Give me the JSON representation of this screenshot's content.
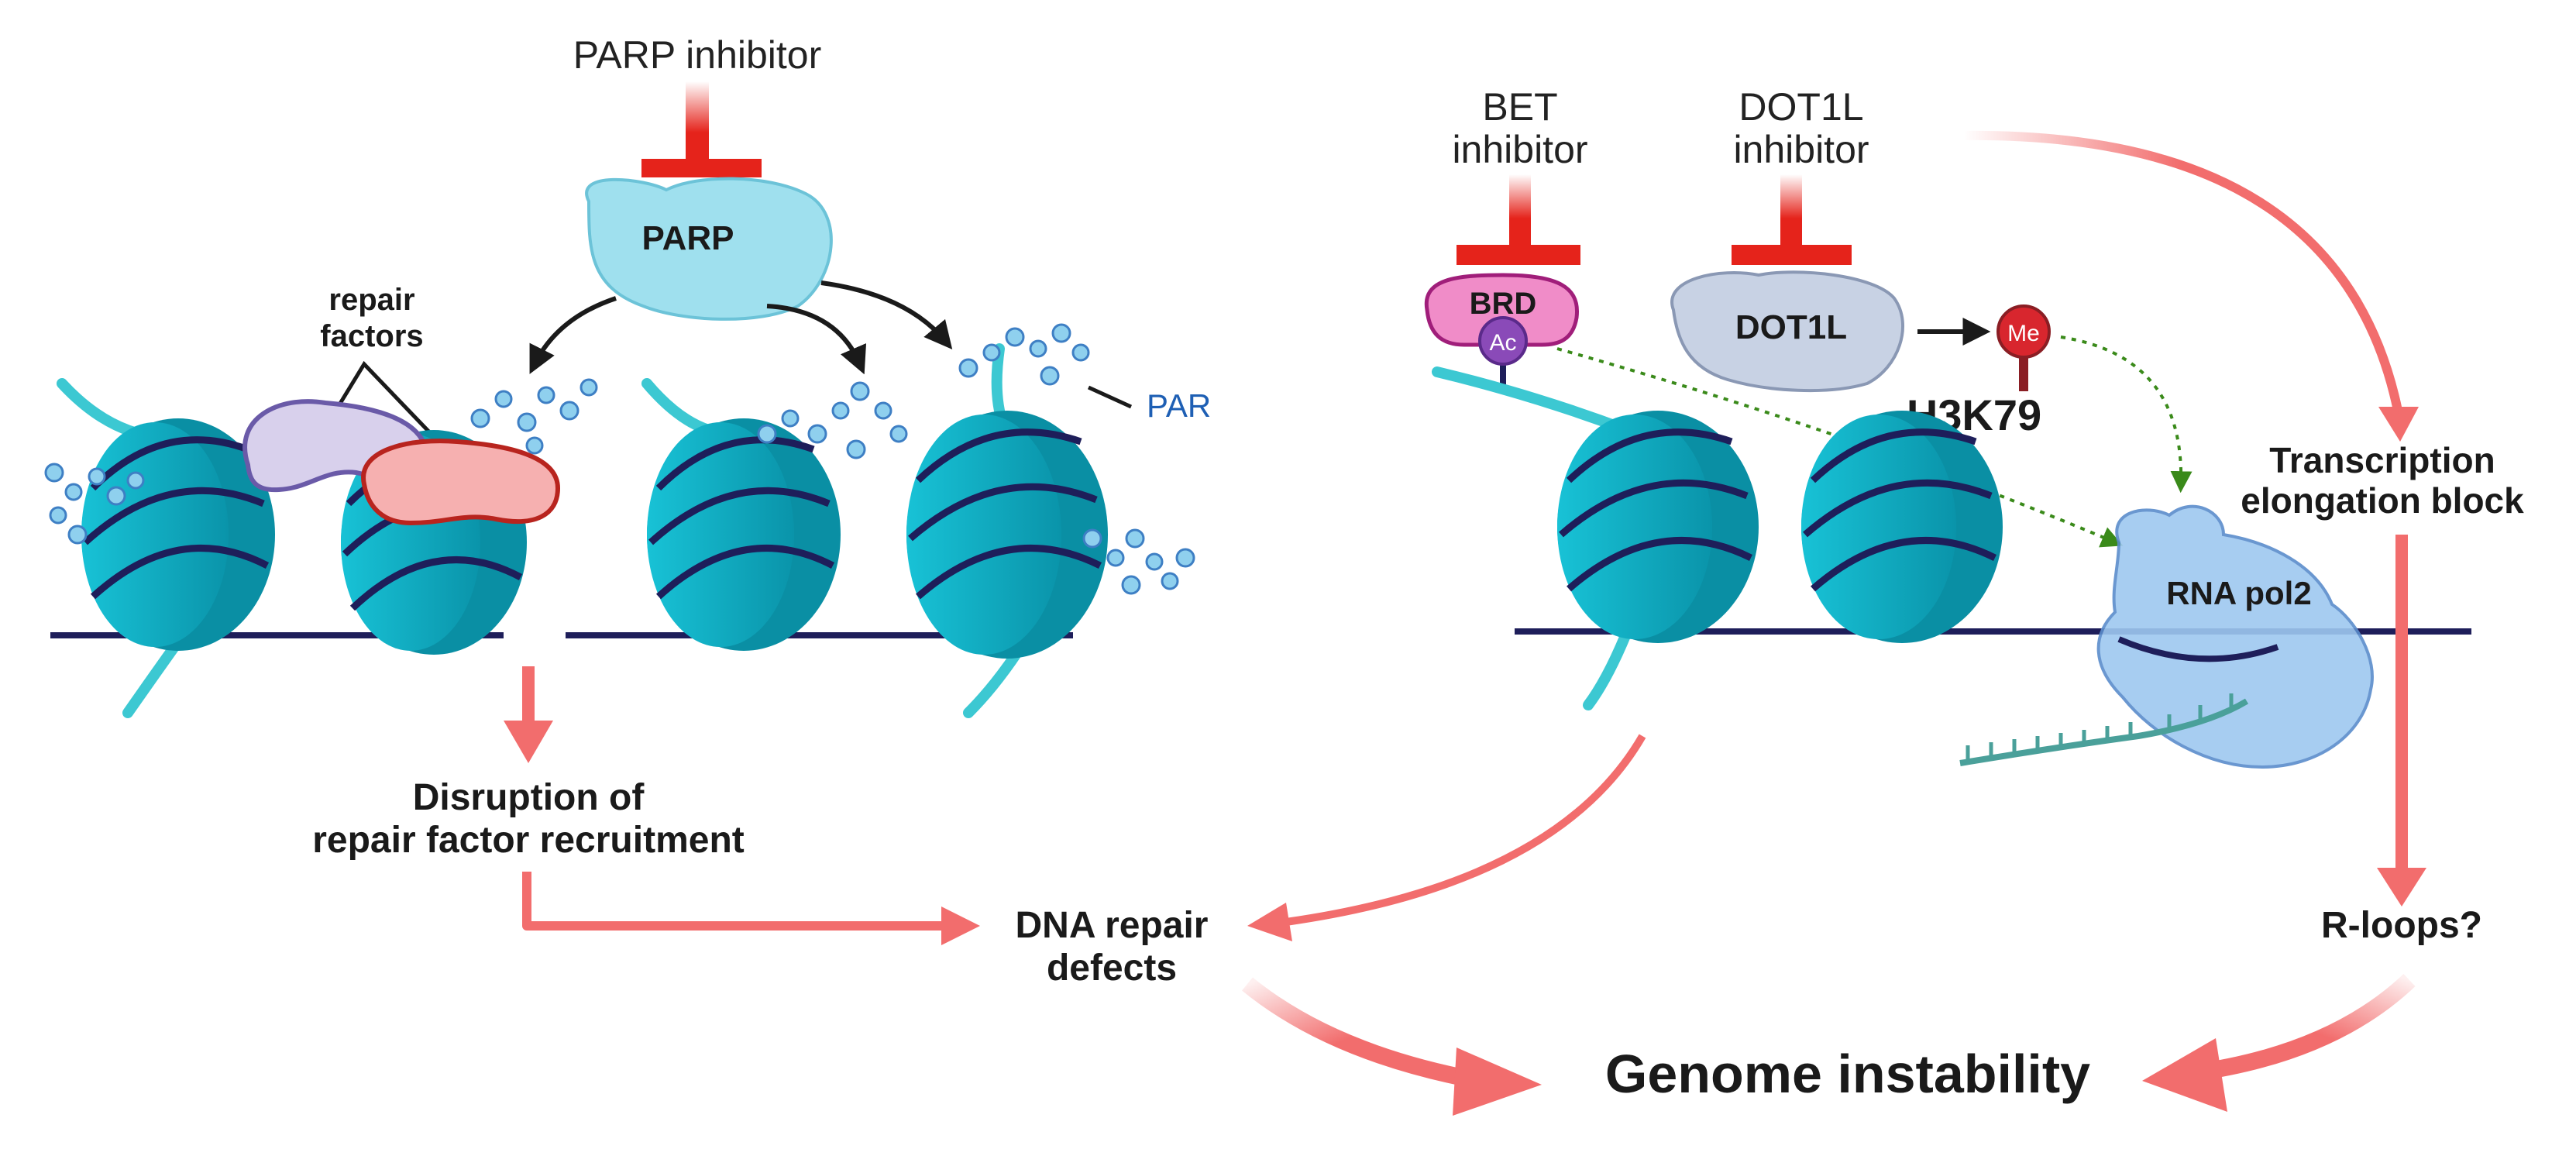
{
  "colors": {
    "inhibit": "#e5231b",
    "arrow": "#f26d6d",
    "nucleosome": "#0ab0c4",
    "nucleosome_dark": "#0a8fa4",
    "dna": "#1e1e5a",
    "tail": "#3cc8d2",
    "parp": "#9fe0ee",
    "brd": "#f08cc8",
    "dot1l": "#c8d2e4",
    "me": "#d8262e",
    "pol2": "#9ec8f0",
    "rna": "#4aa09a",
    "par": "#1e5fb4",
    "repair_lilac": "#d8d0ec",
    "repair_pink": "#f6b0b0"
  },
  "labels": {
    "parp_inhibitor": "PARP inhibitor",
    "parp": "PARP",
    "repair_factors_1": "repair",
    "repair_factors_2": "factors",
    "par": "PAR",
    "bet_inhibitor_1": "BET",
    "bet_inhibitor_2": "inhibitor",
    "dot1l_inhibitor_1": "DOT1L",
    "dot1l_inhibitor_2": "inhibitor",
    "brd": "BRD",
    "ac": "Ac",
    "dot1l": "DOT1L",
    "me": "Me",
    "h3k79": "H3K79",
    "rna_pol2": "RNA pol2",
    "transcription_1": "Transcription",
    "transcription_2": "elongation block",
    "disruption_1": "Disruption of",
    "disruption_2": "repair factor recruitment",
    "dna_repair_1": "DNA repair",
    "dna_repair_2": "defects",
    "r_loops": "R-loops?",
    "genome_instability": "Genome instability"
  }
}
